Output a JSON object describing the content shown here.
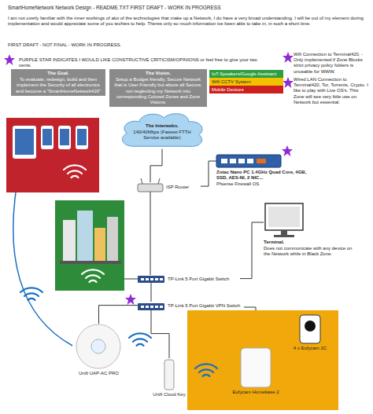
{
  "diagram": {
    "title": "SmartHomeNetwork Network Design - README.TXT     FIRST DRAFT - WORK IN PROGRESS",
    "nodes": [
      {
        "text": [
          "The Goal.",
          "To evaluate, redesign, build and then implement the Security of all electronics and become a \"SmartHomeNetwork420\""
        ]
      },
      {
        "text": [
          "The Vision.",
          "Setup a Budget friendly, Secure Network that is User Friendly but above all Secure, not neglecting my Network into corresponding Colored Zones and Zone Visions."
        ]
      },
      {
        "text": [
          "The Interwebs.",
          "140/40Mbps (Fastest FTTH Service available)"
        ]
      },
      {
        "text": [
          "ISP Router"
        ]
      },
      {
        "text": [
          "Zotac Nano PC 1.4GHz Quad Core, 4GB, SSD, AES-NI, 2 NIC...",
          "Pfsense Firewall OS"
        ]
      },
      {
        "text": [
          "Terminal.",
          "Does not communicate with any device on the Network while in Black Zone."
        ]
      },
      {
        "text": [
          "TP-Link 5 Port Gigabit Switch"
        ]
      },
      {
        "text": [
          "TP-Link 5 Port Gigabit VPN Switch"
        ]
      },
      {
        "text": [
          "Unifi UAP-AC PRO"
        ]
      },
      {
        "text": [
          "Unifi Cloud Key"
        ]
      },
      {
        "text": [
          "Eufycam Homebase 2"
        ]
      },
      {
        "text": [
          "4 x Eufycam 2C"
        ]
      }
    ],
    "edges": [
      {
        "from": 2,
        "to": 3,
        "arrow": "none"
      },
      {
        "from": 3,
        "to": 4,
        "arrow": "none"
      },
      {
        "from": 3,
        "to": 6,
        "arrow": "none"
      },
      {
        "from": 5,
        "to": 6,
        "arrow": "none"
      },
      {
        "from": 6,
        "to": 7,
        "arrow": "none"
      },
      {
        "from": 7,
        "to": 8,
        "arrow": "none"
      },
      {
        "from": 7,
        "to": 9,
        "arrow": "none"
      },
      {
        "from": 7,
        "to": 10,
        "arrow": "none"
      }
    ],
    "labels": [
      "I am not overly familiar with the inner workings of alot of the technologies that make up a Network, I do have a very broad understanding. I will be out of my element during implementation and would appreciate some of you techies to help. Theres only so much information ive been able to take in, in such a short time.",
      "FIRST DRAFT - NOT FINAL - WORK IN PROGRESS.",
      "PURPLE STAR INDICATES I WOULD LIKE CONSTRUCTIVE CRITICISM/OPINIONS or feel free to give your two cents.",
      "Wifi Connection to Terminal420, - Only implemented if Zone Blocks strict privacy policy folders is unusable for WWW.",
      "Wired LAN Connection to Terminal420, Tor, Torrents, Crypto. I like to play with Live OS's. This Zone will see very little use on Network but essential."
    ],
    "legend": [
      {
        "text": "IoT-Speakers/Google Assistant",
        "color": "#2e9e3e"
      },
      {
        "text": "Wifi CCTV System",
        "color": "#f2c200"
      },
      {
        "text": "Mobile Devices",
        "color": "#cc2020"
      }
    ]
  }
}
